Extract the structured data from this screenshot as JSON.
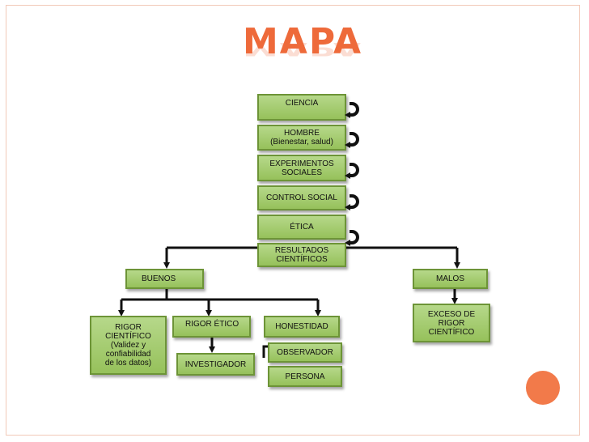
{
  "title": "MAPA",
  "accent_color": "#ee6a3a",
  "node_color": "#a8cf74",
  "nodes": {
    "ciencia": "CIENCIA",
    "hombre": "HOMBRE\n(Bienestar, salud)",
    "experimentos": "EXPERIMENTOS\nSOCIALES",
    "control": "CONTROL SOCIAL",
    "etica": "ÉTICA",
    "resultados": "RESULTADOS\nCIENTÍFICOS",
    "buenos": "BUENOS",
    "malos": "MALOS",
    "rigor_cientifico": "RIGOR\nCIENTÍFICO\n(Validez y\nconfiabilidad\nde los datos)",
    "rigor_etico": "RIGOR ÉTICO",
    "honestidad": "HONESTIDAD",
    "investigador": "INVESTIGADOR",
    "observador": "OBSERVADOR",
    "persona": "PERSONA",
    "exceso": "EXCESO DE\nRIGOR\nCIENTÍFICO"
  }
}
